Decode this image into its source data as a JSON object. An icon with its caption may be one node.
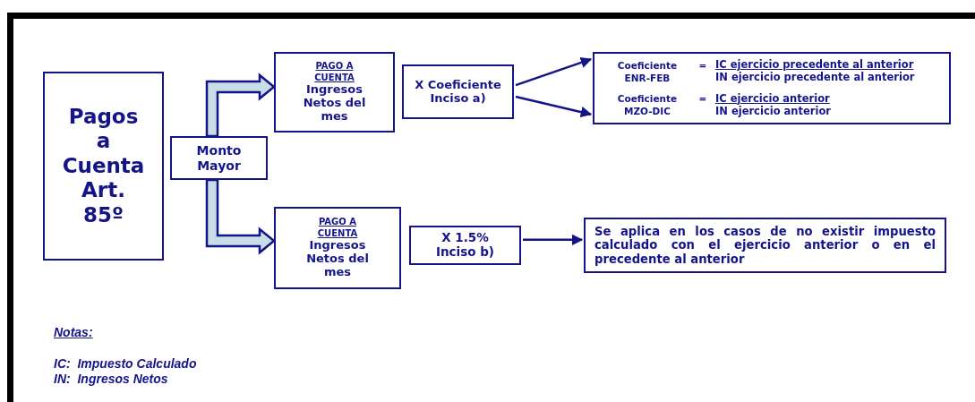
{
  "diagram": {
    "nodes": [
      {
        "text": [
          "Pagos a Cuenta Art. 85º"
        ]
      },
      {
        "text": [
          "Monto Mayor"
        ]
      },
      {
        "text": [
          "PAGO A CUENTA",
          "Ingresos Netos del mes"
        ]
      },
      {
        "text": [
          "X Coeficiente Inciso a)"
        ]
      },
      {
        "text": [
          "Coeficiente",
          "=",
          "IC ejercicio precedente al anterior",
          "ENR-FEB",
          "IN ejercicio precedente al anterior",
          "Coeficiente",
          "=",
          "IC ejercicio anterior",
          "MZO-DIC",
          "IN ejercicio anterior"
        ]
      },
      {
        "text": [
          "PAGO A CUENTA",
          "Ingresos Netos del mes"
        ]
      },
      {
        "text": [
          "X 1.5% Inciso b)"
        ]
      },
      {
        "text": [
          "Se aplica en los casos de no existir impuesto calculado con el ejercicio anterior o en el precedente al anterior"
        ]
      }
    ],
    "edges": [
      {
        "from": 1,
        "to": 2,
        "arrow": "to",
        "style": "thick"
      },
      {
        "from": 1,
        "to": 5,
        "arrow": "to",
        "style": "thick"
      },
      {
        "from": 3,
        "to": 4,
        "arrow": "to"
      },
      {
        "from": 3,
        "to": 4,
        "arrow": "to"
      },
      {
        "from": 6,
        "to": 7,
        "arrow": "to"
      }
    ],
    "labels": [
      "Notas:",
      "IC:  Impuesto Calculado",
      "IN:  Ingresos Netos"
    ]
  }
}
